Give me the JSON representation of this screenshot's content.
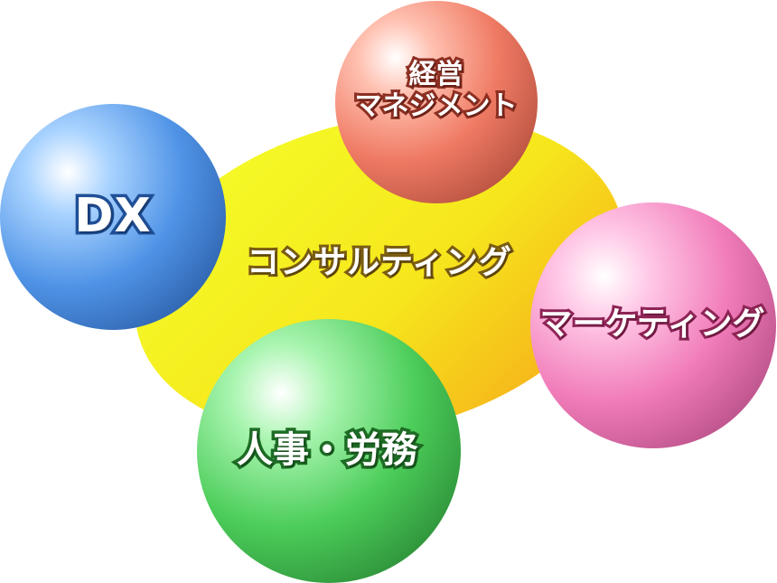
{
  "diagram": {
    "center": {
      "label": "コンサルティング",
      "color": "#f2c316"
    },
    "spheres": {
      "dx": {
        "label": "DX",
        "color": "#4a90e2"
      },
      "management": {
        "line1": "経営",
        "line2": "マネジメント",
        "color": "#e8735e"
      },
      "marketing": {
        "label": "マーケティング",
        "color": "#f07ab8"
      },
      "hr": {
        "label": "人事・労務",
        "color": "#4ccc5a"
      }
    }
  }
}
